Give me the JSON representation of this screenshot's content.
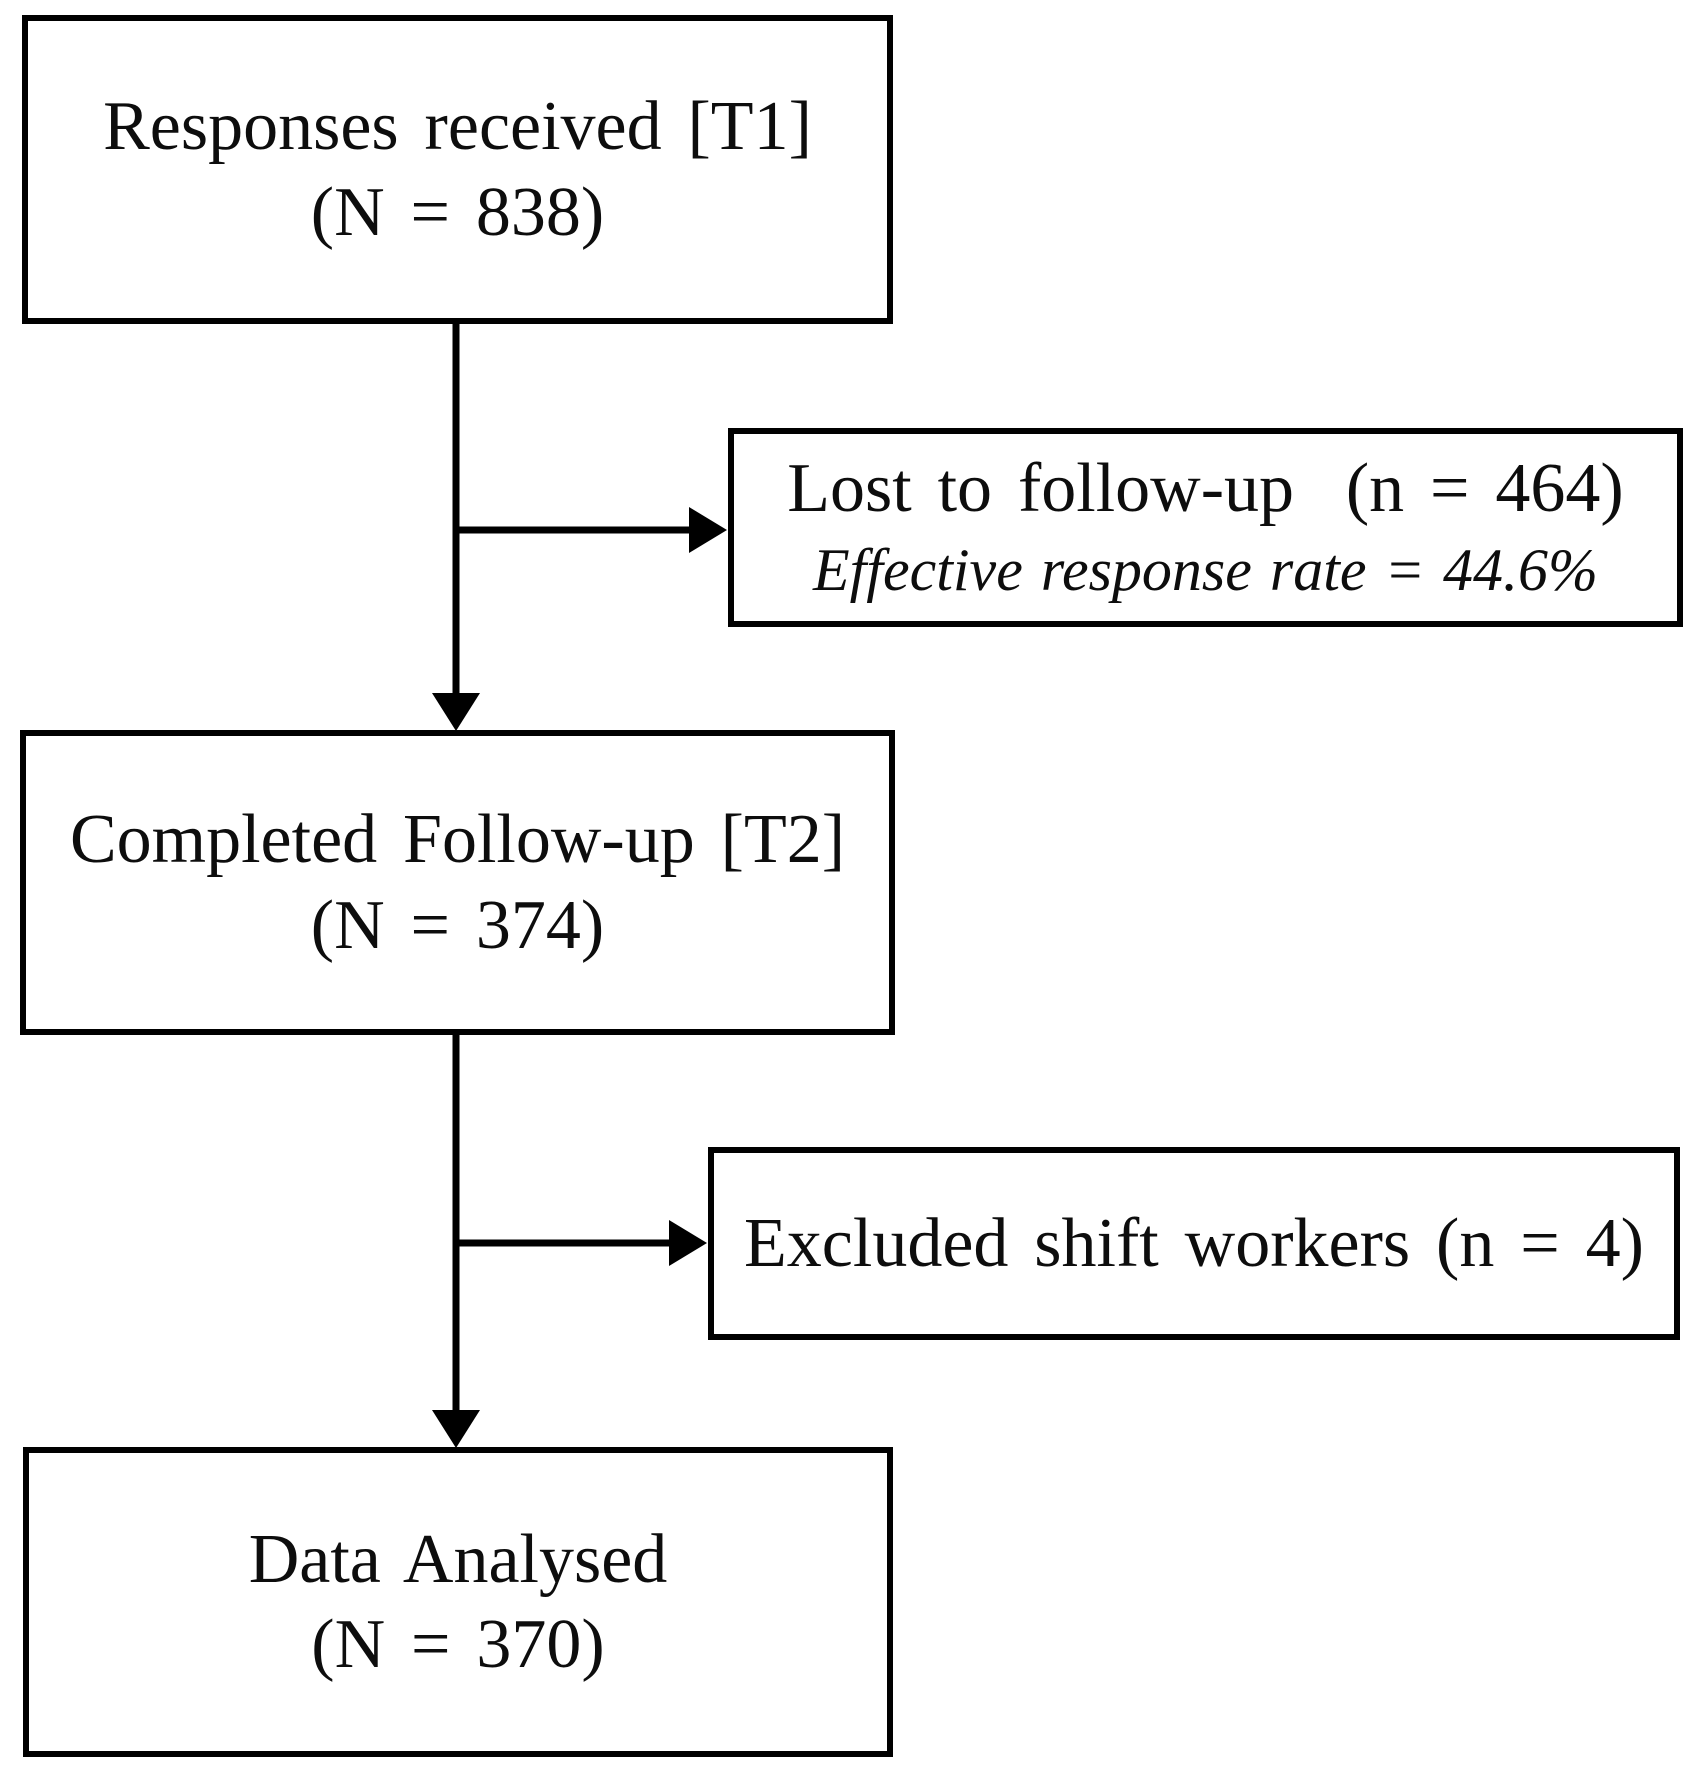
{
  "diagram": {
    "type": "flowchart",
    "boxes": [
      {
        "id": "responses-received",
        "line1": "Responses received [T1]",
        "line2": "(N = 838)"
      },
      {
        "id": "lost-to-follow-up",
        "line1": "Lost to follow-up  (n = 464)",
        "line2": "Effective response rate = 44.6%"
      },
      {
        "id": "completed-follow-up",
        "line1": "Completed Follow-up [T2]",
        "line2": "(N = 374)"
      },
      {
        "id": "excluded-shift-workers",
        "line1": "Excluded shift workers (n = 4)"
      },
      {
        "id": "data-analysed",
        "line1": "Data Analysed",
        "line2": "(N = 370)"
      }
    ],
    "edges": [
      {
        "from": "responses-received",
        "to": "completed-follow-up"
      },
      {
        "from": "responses-received",
        "to": "lost-to-follow-up"
      },
      {
        "from": "completed-follow-up",
        "to": "data-analysed"
      },
      {
        "from": "completed-follow-up",
        "to": "excluded-shift-workers"
      }
    ],
    "colors": {
      "stroke": "#000000",
      "background": "#ffffff",
      "text": "#0d0d0d"
    }
  }
}
